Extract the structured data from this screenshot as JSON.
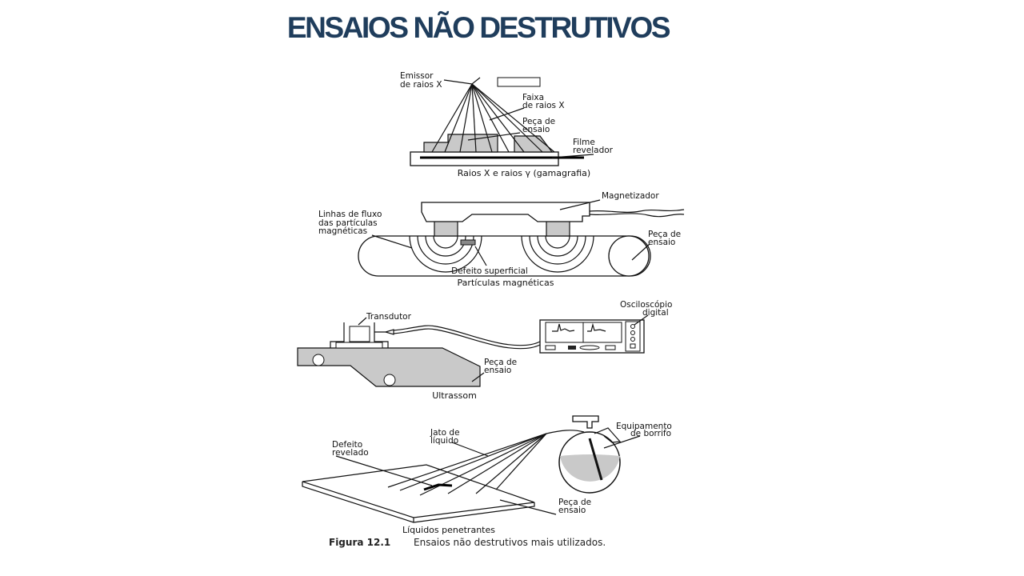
{
  "slide": {
    "title": "ENSAIOS NÃO DESTRUTIVOS",
    "title_color": "#1f3d5c"
  },
  "figure": {
    "xray": {
      "emitter_line1": "Emissor",
      "emitter_line2": "de raios X",
      "beam_line1": "Faixa",
      "beam_line2": "de raios X",
      "piece_line1": "Peça de",
      "piece_line2": "ensaio",
      "film_line1": "Filme",
      "film_line2": "revelador",
      "caption": "Raios X e raios γ (gamagrafia)"
    },
    "magnetic": {
      "magnetizer": "Magnetizador",
      "flux_line1": "Linhas de fluxo",
      "flux_line2": "das partículas",
      "flux_line3": "magnéticas",
      "piece_line1": "Peça de",
      "piece_line2": "ensaio",
      "defect": "Defeito superficial",
      "caption": "Partículas magnéticas"
    },
    "ultrasound": {
      "transducer": "Transdutor",
      "scope_line1": "Osciloscópio",
      "scope_line2": "digital",
      "piece_line1": "Peça de",
      "piece_line2": "ensaio",
      "caption": "Ultrassom"
    },
    "penetrant": {
      "jet_line1": "Jato de",
      "jet_line2": "líquido",
      "defect_line1": "Defeito",
      "defect_line2": "revelado",
      "sprayer_line1": "Equipamento",
      "sprayer_line2": "de borrifo",
      "piece_line1": "Peça de",
      "piece_line2": "ensaio",
      "caption": "Líquidos penetrantes"
    },
    "figure_number": "Figura 12.1",
    "figure_caption": "Ensaios não destrutivos mais utilizados."
  }
}
